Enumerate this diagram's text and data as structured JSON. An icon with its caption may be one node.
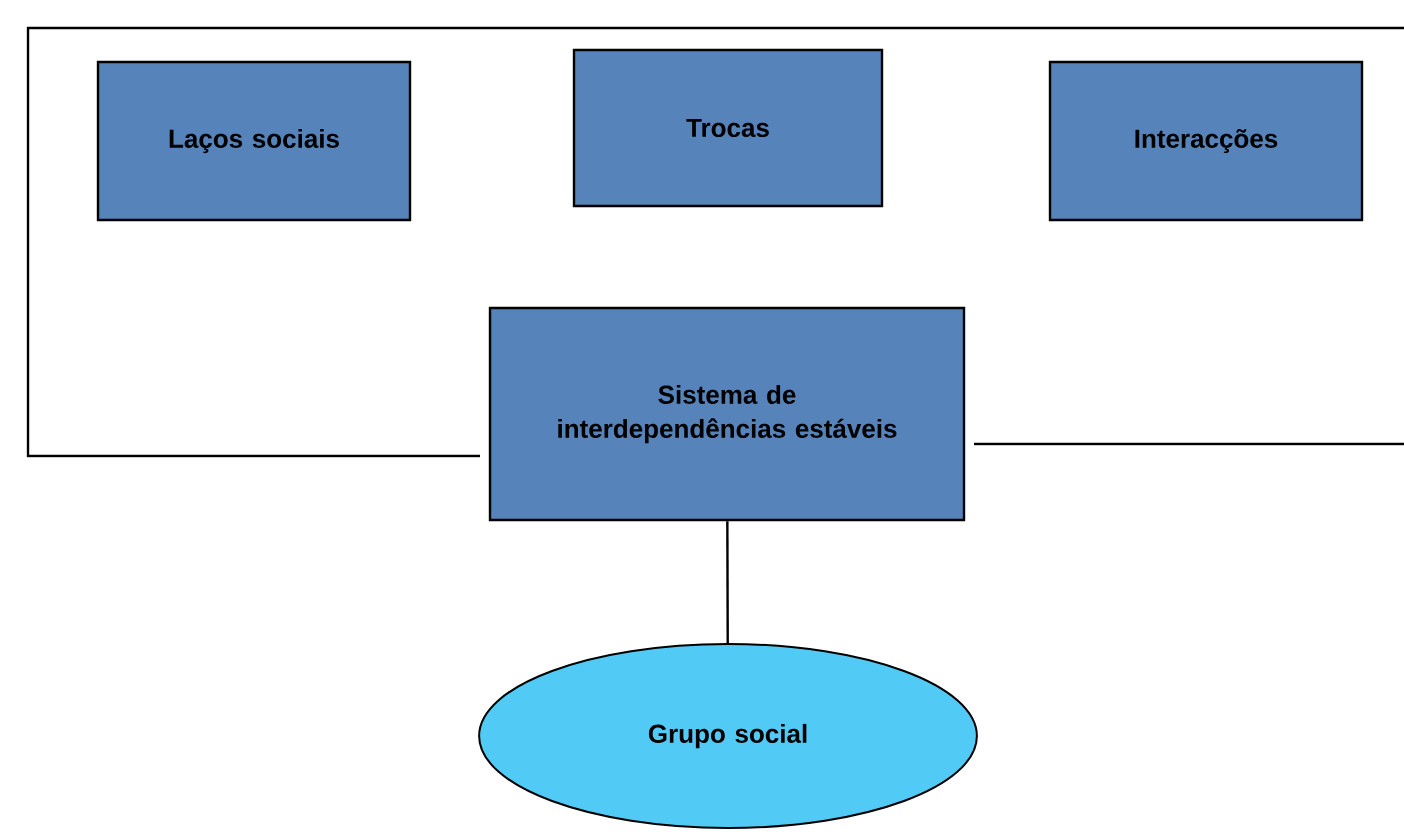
{
  "diagram": {
    "nodes": [
      {
        "text": [
          "Laços sociais"
        ]
      },
      {
        "text": [
          "Trocas"
        ]
      },
      {
        "text": [
          "Interacções"
        ]
      },
      {
        "text": [
          "Sistema de interdependências estáveis"
        ]
      },
      {
        "text": [
          "Grupo social"
        ]
      }
    ],
    "edges": [
      {
        "from": 3,
        "to": 4,
        "arrow": "none"
      }
    ]
  }
}
